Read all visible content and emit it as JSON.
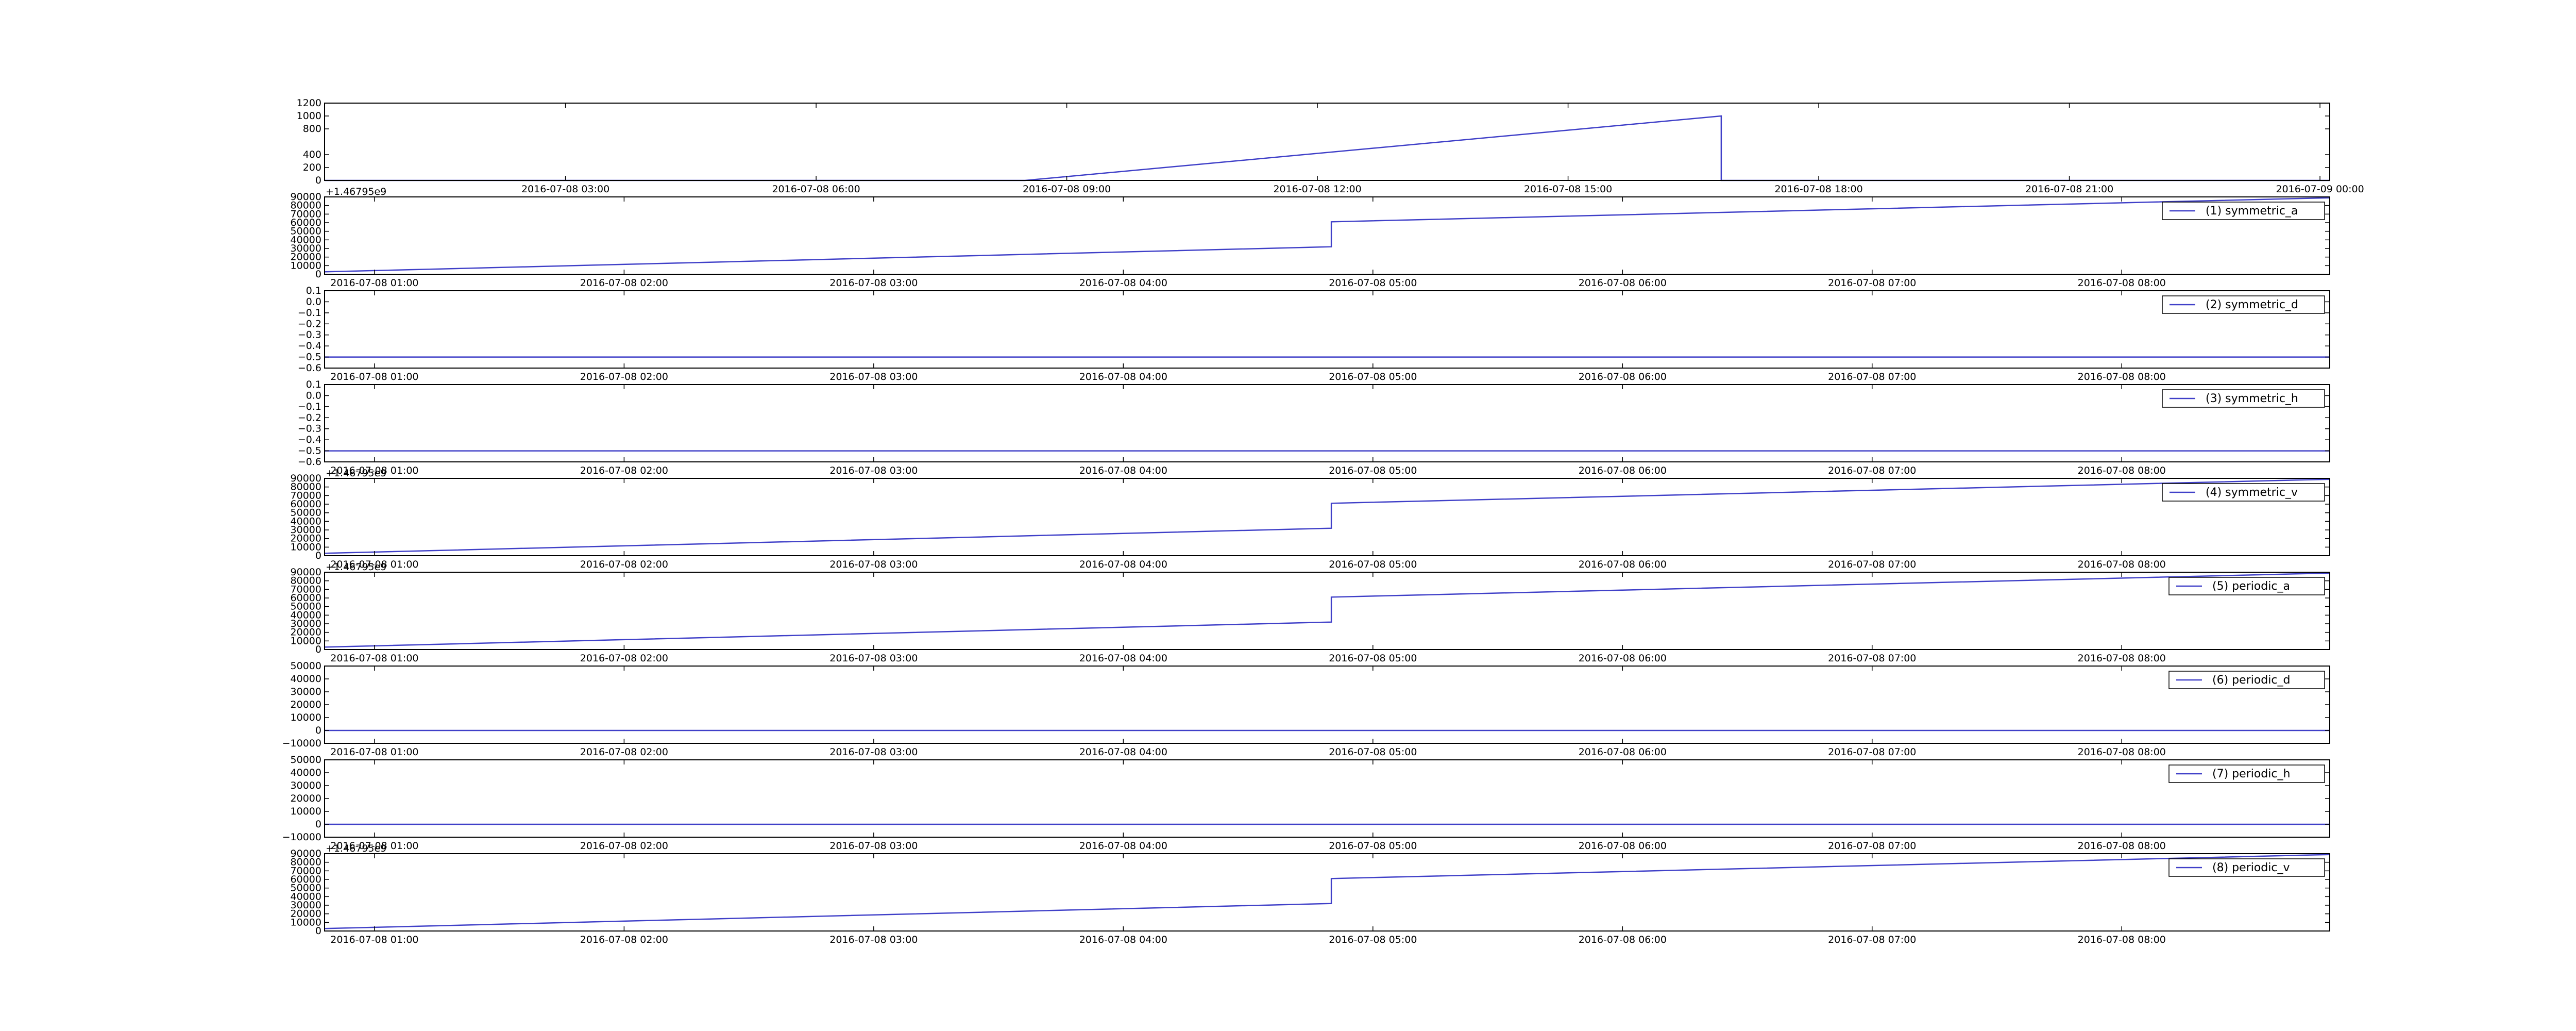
{
  "figure": {
    "line_color": "#4040c8",
    "axes_color": "#000000",
    "background": "#ffffff"
  },
  "chart_data": [
    {
      "type": "line",
      "title": "",
      "xlabel": "",
      "ylabel": "",
      "x_type": "datetime",
      "xlim": [
        "2016-07-08 00:07",
        "2016-07-09 00:07"
      ],
      "ylim": [
        0,
        1200
      ],
      "yticks": [
        0,
        200,
        400,
        800,
        1000,
        1200
      ],
      "ytick_labels": [
        "0",
        "200",
        "400",
        "800",
        "1000",
        "1200"
      ],
      "xticks": [
        "2016-07-08 03:00",
        "2016-07-08 06:00",
        "2016-07-08 09:00",
        "2016-07-08 12:00",
        "2016-07-08 15:00",
        "2016-07-08 18:00",
        "2016-07-08 21:00",
        "2016-07-09 00:00"
      ],
      "y_offset_label": "",
      "legend": null,
      "grid": false,
      "series": [
        {
          "x": [
            "2016-07-08 00:07",
            "2016-07-08 08:00",
            "2016-07-08 08:30",
            "2016-07-08 16:50",
            "2016-07-08 16:50",
            "2016-07-09 00:07"
          ],
          "y": [
            0,
            0,
            0,
            1000,
            0,
            0
          ]
        }
      ]
    },
    {
      "type": "line",
      "x_type": "datetime",
      "xlim": [
        "2016-07-08 00:48",
        "2016-07-08 08:50"
      ],
      "ylim": [
        0,
        90000
      ],
      "yticks": [
        0,
        10000,
        20000,
        30000,
        40000,
        50000,
        60000,
        70000,
        80000,
        90000
      ],
      "ytick_labels": [
        "0",
        "10000",
        "20000",
        "30000",
        "40000",
        "50000",
        "60000",
        "70000",
        "80000",
        "90000"
      ],
      "xticks": [
        "2016-07-08 01:00",
        "2016-07-08 02:00",
        "2016-07-08 03:00",
        "2016-07-08 04:00",
        "2016-07-08 05:00",
        "2016-07-08 06:00",
        "2016-07-08 07:00",
        "2016-07-08 08:00"
      ],
      "y_offset_label": "+1.46795e9",
      "legend": "top-right",
      "grid": false,
      "series": [
        {
          "name": "(1) symmetric_a",
          "x": [
            "2016-07-08 00:48",
            "2016-07-08 04:50",
            "2016-07-08 04:50",
            "2016-07-08 08:50"
          ],
          "y": [
            2800,
            32000,
            61000,
            89000
          ]
        }
      ]
    },
    {
      "type": "line",
      "x_type": "datetime",
      "xlim": [
        "2016-07-08 00:48",
        "2016-07-08 08:50"
      ],
      "ylim": [
        -0.6,
        0.1
      ],
      "yticks": [
        -0.6,
        -0.5,
        -0.4,
        -0.3,
        -0.2,
        -0.1,
        0.0,
        0.1
      ],
      "ytick_labels": [
        "−0.6",
        "−0.5",
        "−0.4",
        "−0.3",
        "−0.2",
        "−0.1",
        "0.0",
        "0.1"
      ],
      "xticks": [
        "2016-07-08 01:00",
        "2016-07-08 02:00",
        "2016-07-08 03:00",
        "2016-07-08 04:00",
        "2016-07-08 05:00",
        "2016-07-08 06:00",
        "2016-07-08 07:00",
        "2016-07-08 08:00"
      ],
      "y_offset_label": "",
      "legend": "top-right",
      "grid": false,
      "series": [
        {
          "name": "(2) symmetric_d",
          "x": [
            "2016-07-08 00:48",
            "2016-07-08 08:50"
          ],
          "y": [
            -0.5,
            -0.5
          ]
        }
      ]
    },
    {
      "type": "line",
      "x_type": "datetime",
      "xlim": [
        "2016-07-08 00:48",
        "2016-07-08 08:50"
      ],
      "ylim": [
        -0.6,
        0.1
      ],
      "yticks": [
        -0.6,
        -0.5,
        -0.4,
        -0.3,
        -0.2,
        -0.1,
        0.0,
        0.1
      ],
      "ytick_labels": [
        "−0.6",
        "−0.5",
        "−0.4",
        "−0.3",
        "−0.2",
        "−0.1",
        "0.0",
        "0.1"
      ],
      "xticks": [
        "2016-07-08 01:00",
        "2016-07-08 02:00",
        "2016-07-08 03:00",
        "2016-07-08 04:00",
        "2016-07-08 05:00",
        "2016-07-08 06:00",
        "2016-07-08 07:00",
        "2016-07-08 08:00"
      ],
      "y_offset_label": "",
      "legend": "top-right",
      "grid": false,
      "series": [
        {
          "name": "(3) symmetric_h",
          "x": [
            "2016-07-08 00:48",
            "2016-07-08 08:50"
          ],
          "y": [
            -0.5,
            -0.5
          ]
        }
      ]
    },
    {
      "type": "line",
      "x_type": "datetime",
      "xlim": [
        "2016-07-08 00:48",
        "2016-07-08 08:50"
      ],
      "ylim": [
        0,
        90000
      ],
      "yticks": [
        0,
        10000,
        20000,
        30000,
        40000,
        50000,
        60000,
        70000,
        80000,
        90000
      ],
      "ytick_labels": [
        "0",
        "10000",
        "20000",
        "30000",
        "40000",
        "50000",
        "60000",
        "70000",
        "80000",
        "90000"
      ],
      "xticks": [
        "2016-07-08 01:00",
        "2016-07-08 02:00",
        "2016-07-08 03:00",
        "2016-07-08 04:00",
        "2016-07-08 05:00",
        "2016-07-08 06:00",
        "2016-07-08 07:00",
        "2016-07-08 08:00"
      ],
      "y_offset_label": "+1.46795e9",
      "legend": "top-right",
      "grid": false,
      "series": [
        {
          "name": "(4) symmetric_v",
          "x": [
            "2016-07-08 00:48",
            "2016-07-08 04:50",
            "2016-07-08 04:50",
            "2016-07-08 08:50"
          ],
          "y": [
            2800,
            32000,
            61000,
            89000
          ]
        }
      ]
    },
    {
      "type": "line",
      "x_type": "datetime",
      "xlim": [
        "2016-07-08 00:48",
        "2016-07-08 08:50"
      ],
      "ylim": [
        0,
        90000
      ],
      "yticks": [
        0,
        10000,
        20000,
        30000,
        40000,
        50000,
        60000,
        70000,
        80000,
        90000
      ],
      "ytick_labels": [
        "0",
        "10000",
        "20000",
        "30000",
        "40000",
        "50000",
        "60000",
        "70000",
        "80000",
        "90000"
      ],
      "xticks": [
        "2016-07-08 01:00",
        "2016-07-08 02:00",
        "2016-07-08 03:00",
        "2016-07-08 04:00",
        "2016-07-08 05:00",
        "2016-07-08 06:00",
        "2016-07-08 07:00",
        "2016-07-08 08:00"
      ],
      "y_offset_label": "+1.46795e9",
      "legend": "top-right",
      "grid": false,
      "series": [
        {
          "name": "(5) periodic_a",
          "x": [
            "2016-07-08 00:48",
            "2016-07-08 04:50",
            "2016-07-08 04:50",
            "2016-07-08 08:50"
          ],
          "y": [
            2800,
            32000,
            61000,
            89000
          ]
        }
      ]
    },
    {
      "type": "line",
      "x_type": "datetime",
      "xlim": [
        "2016-07-08 00:48",
        "2016-07-08 08:50"
      ],
      "ylim": [
        -10000,
        50000
      ],
      "yticks": [
        -10000,
        0,
        10000,
        20000,
        30000,
        40000,
        50000
      ],
      "ytick_labels": [
        "−10000",
        "0",
        "10000",
        "20000",
        "30000",
        "40000",
        "50000"
      ],
      "xticks": [
        "2016-07-08 01:00",
        "2016-07-08 02:00",
        "2016-07-08 03:00",
        "2016-07-08 04:00",
        "2016-07-08 05:00",
        "2016-07-08 06:00",
        "2016-07-08 07:00",
        "2016-07-08 08:00"
      ],
      "y_offset_label": "",
      "legend": "top-right",
      "grid": false,
      "series": [
        {
          "name": "(6) periodic_d",
          "x": [
            "2016-07-08 00:48",
            "2016-07-08 08:50"
          ],
          "y": [
            0,
            0
          ]
        }
      ]
    },
    {
      "type": "line",
      "x_type": "datetime",
      "xlim": [
        "2016-07-08 00:48",
        "2016-07-08 08:50"
      ],
      "ylim": [
        -10000,
        50000
      ],
      "yticks": [
        -10000,
        0,
        10000,
        20000,
        30000,
        40000,
        50000
      ],
      "ytick_labels": [
        "−10000",
        "0",
        "10000",
        "20000",
        "30000",
        "40000",
        "50000"
      ],
      "xticks": [
        "2016-07-08 01:00",
        "2016-07-08 02:00",
        "2016-07-08 03:00",
        "2016-07-08 04:00",
        "2016-07-08 05:00",
        "2016-07-08 06:00",
        "2016-07-08 07:00",
        "2016-07-08 08:00"
      ],
      "y_offset_label": "",
      "legend": "top-right",
      "grid": false,
      "series": [
        {
          "name": "(7) periodic_h",
          "x": [
            "2016-07-08 00:48",
            "2016-07-08 08:50"
          ],
          "y": [
            0,
            0
          ]
        }
      ]
    },
    {
      "type": "line",
      "x_type": "datetime",
      "xlim": [
        "2016-07-08 00:48",
        "2016-07-08 08:50"
      ],
      "ylim": [
        0,
        90000
      ],
      "yticks": [
        0,
        10000,
        20000,
        30000,
        40000,
        50000,
        60000,
        70000,
        80000,
        90000
      ],
      "ytick_labels": [
        "0",
        "10000",
        "20000",
        "30000",
        "40000",
        "50000",
        "60000",
        "70000",
        "80000",
        "90000"
      ],
      "xticks": [
        "2016-07-08 01:00",
        "2016-07-08 02:00",
        "2016-07-08 03:00",
        "2016-07-08 04:00",
        "2016-07-08 05:00",
        "2016-07-08 06:00",
        "2016-07-08 07:00",
        "2016-07-08 08:00"
      ],
      "y_offset_label": "+1.46795e9",
      "legend": "top-right",
      "grid": false,
      "series": [
        {
          "name": "(8) periodic_v",
          "x": [
            "2016-07-08 00:48",
            "2016-07-08 04:50",
            "2016-07-08 04:50",
            "2016-07-08 08:50"
          ],
          "y": [
            2800,
            32000,
            61000,
            89000
          ]
        }
      ]
    }
  ]
}
